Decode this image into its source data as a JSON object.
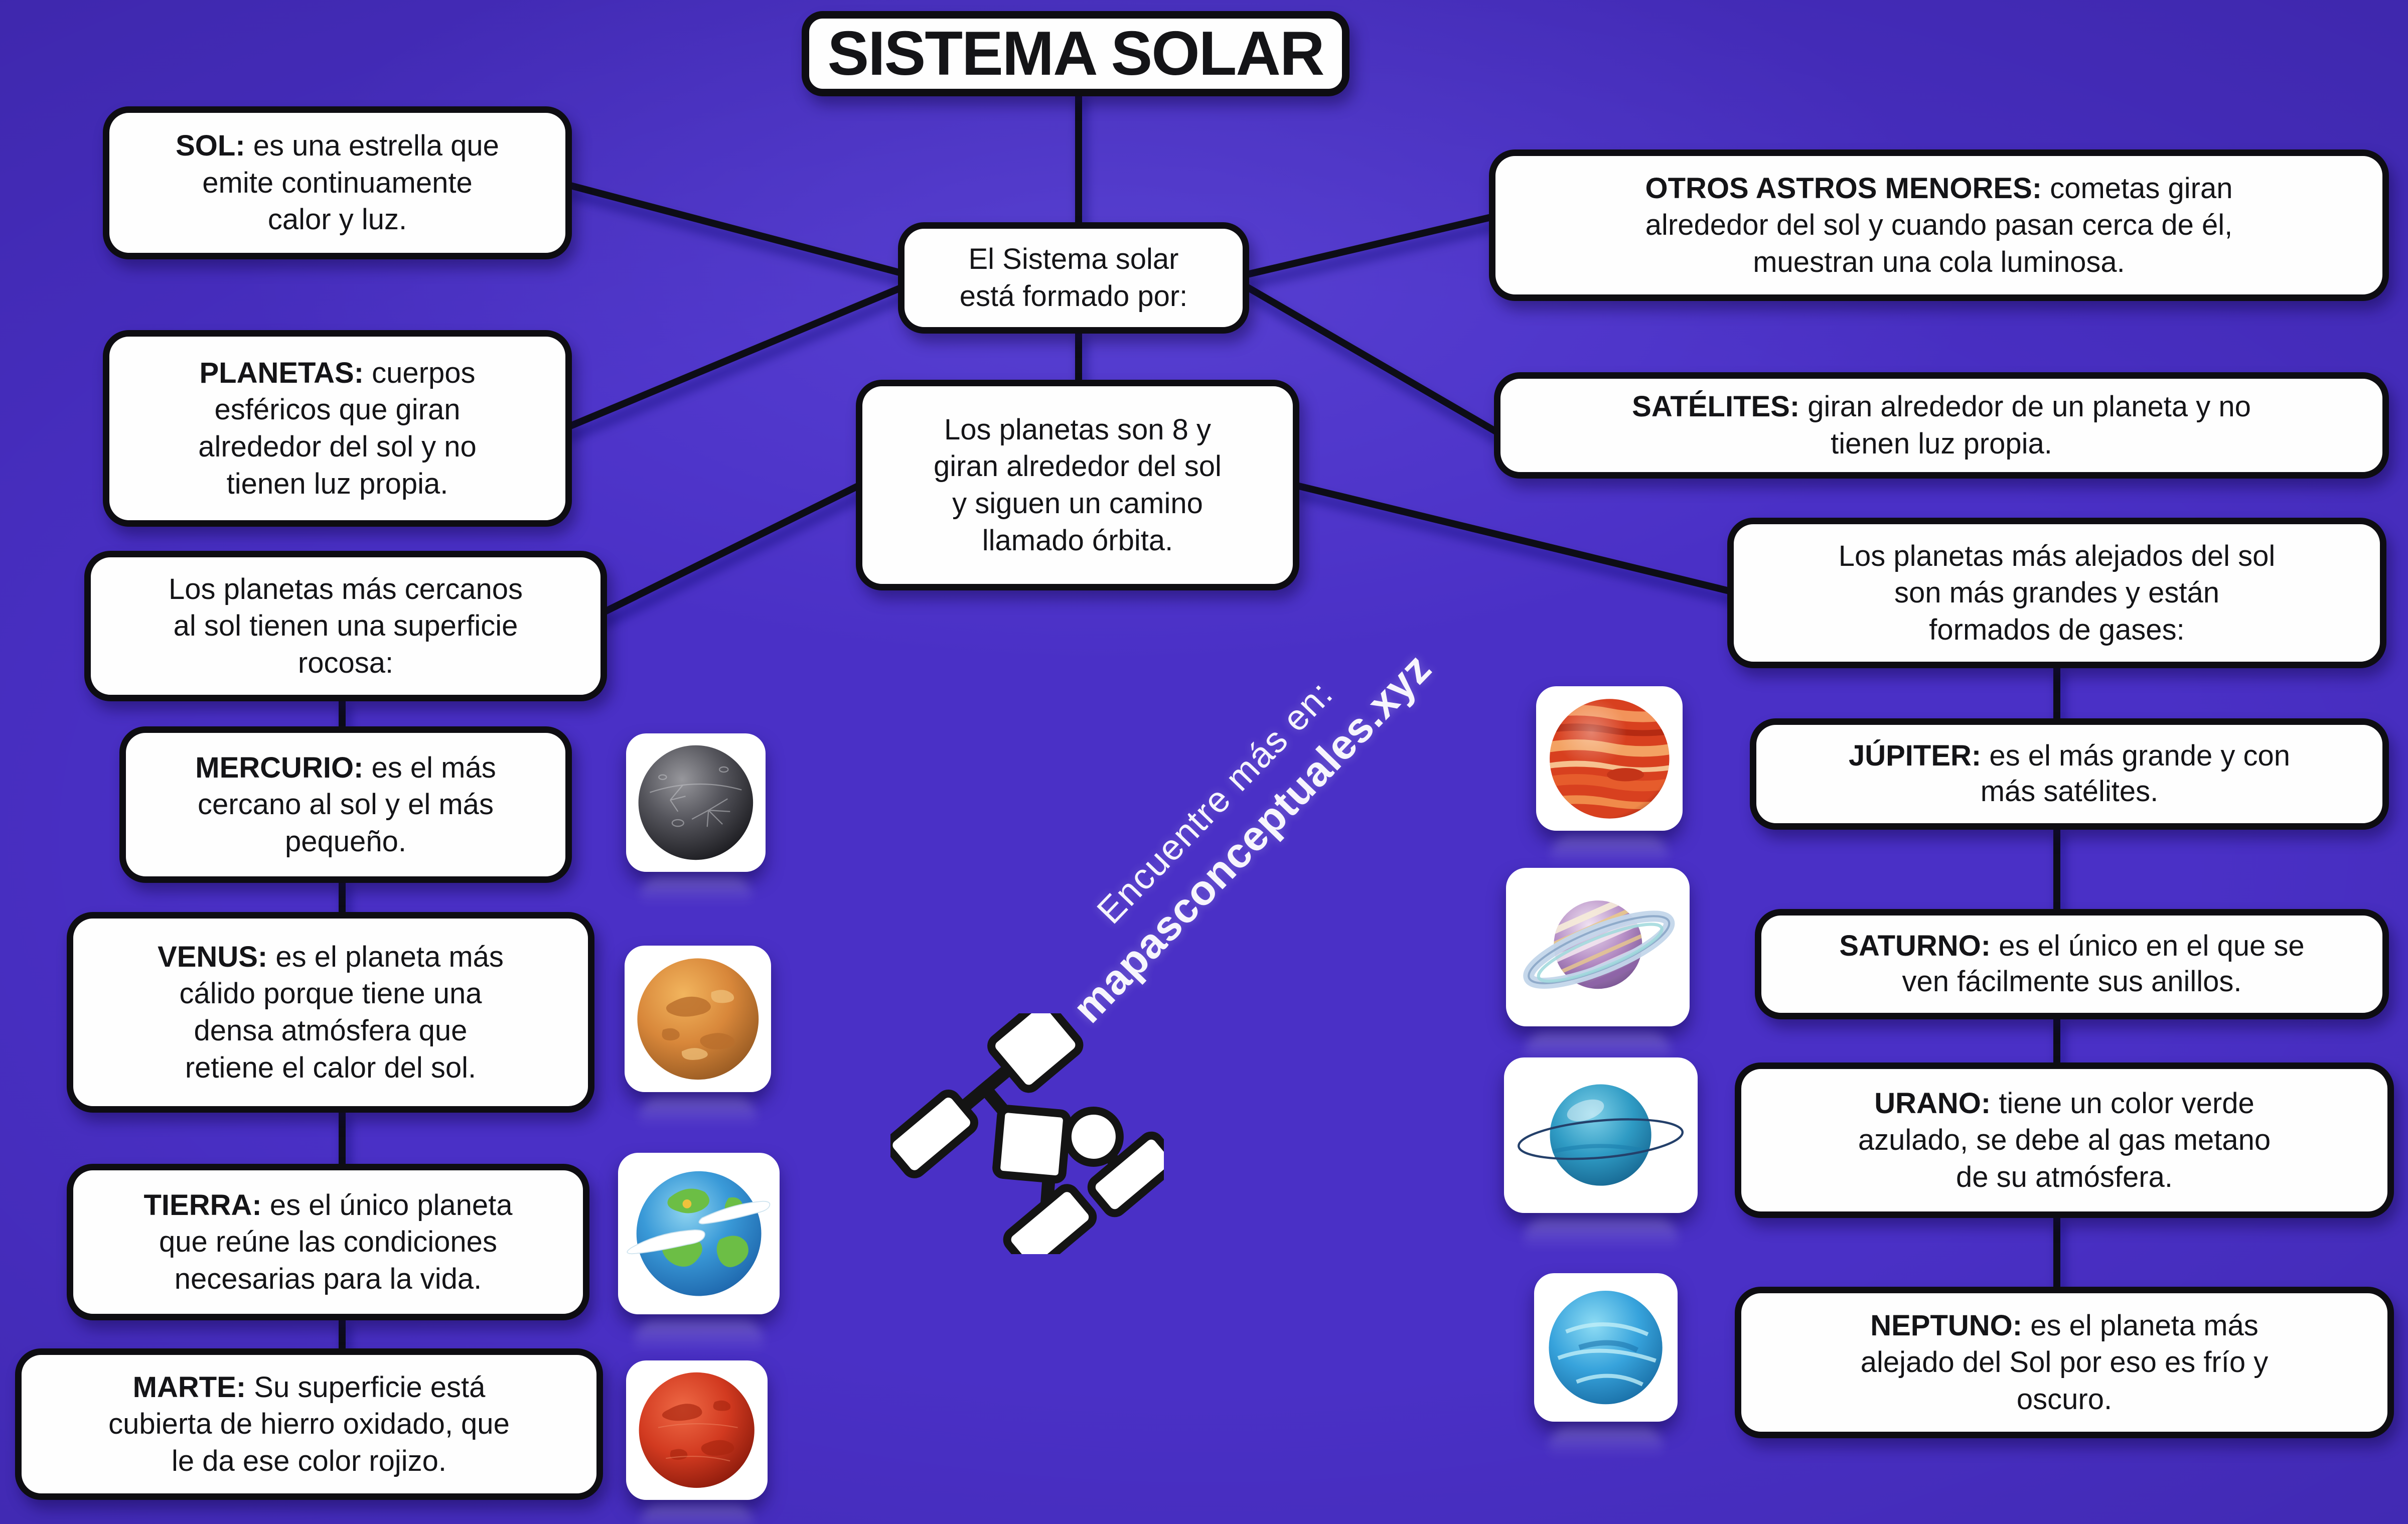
{
  "page": {
    "background_color": "#4a30c6",
    "line_color": "#0e0d12",
    "box_fill": "#fefefe",
    "text_color": "#141417"
  },
  "title": {
    "label": "SISTEMA SOLAR"
  },
  "central": {
    "text": "El Sistema solar\nestá formado por:"
  },
  "intro": {
    "text": "Los planetas son 8 y\ngiran alrededor del sol\ny siguen un camino\nllamado órbita."
  },
  "left_branch": {
    "sol": {
      "keyword": "SOL:",
      "text": " es una estrella que\nemite continuamente\ncalor y luz."
    },
    "planetas": {
      "keyword": "PLANETAS:",
      "text": " cuerpos\nesféricos que giran\nalrededor del sol y no\ntienen luz propia."
    },
    "cercanos": {
      "text": "Los planetas más cercanos\nal sol tienen una superficie\nrocosa:"
    },
    "mercurio": {
      "keyword": "MERCURIO:",
      "text": " es el más\ncercano al sol y el más\npequeño."
    },
    "venus": {
      "keyword": "VENUS:",
      "text": " es el planeta más\ncálido porque tiene una\ndensa atmósfera que\nretiene el calor del sol."
    },
    "tierra": {
      "keyword": "TIERRA:",
      "text": " es el único planeta\nque reúne las condiciones\nnecesarias para la vida."
    },
    "marte": {
      "keyword": "MARTE:",
      "text": " Su superficie está\ncubierta de hierro oxidado, que\nle da ese color rojizo."
    }
  },
  "right_branch": {
    "otros": {
      "keyword": "OTROS ASTROS MENORES:",
      "text": " cometas giran\nalrededor del sol y cuando pasan cerca de él,\nmuestran una cola luminosa."
    },
    "satelites": {
      "keyword": "SATÉLITES:",
      "text": " giran alrededor de un planeta y no\ntienen luz propia."
    },
    "alejados": {
      "text": "Los planetas más alejados del sol\nson más grandes y están\nformados de gases:"
    },
    "jupiter": {
      "keyword": "JÚPITER:",
      "text": " es el más grande y con\nmás satélites."
    },
    "saturno": {
      "keyword": "SATURNO:",
      "text": " es el único en el que se\nven fácilmente sus anillos."
    },
    "urano": {
      "keyword": "URANO:",
      "text": " tiene un color verde\nazulado, se debe al gas metano\nde su atmósfera."
    },
    "neptuno": {
      "keyword": "NEPTUNO:",
      "text": " es el planeta más\nalejado del Sol por eso es frío y\noscuro."
    }
  },
  "watermark": {
    "line1": "Encuentre más en:",
    "line2": "mapasconceptuales.xyz"
  },
  "planet_colors": {
    "mercurio": "#55555c",
    "venus": "#d8873a",
    "tierra": "#3a9ad8",
    "marte": "#d23a20",
    "jupiter": "#d8401f",
    "saturno": "#b48cc4",
    "saturno_ring": "#c3d6ea",
    "urano": "#2f9bc4",
    "neptuno": "#37a3dc"
  }
}
